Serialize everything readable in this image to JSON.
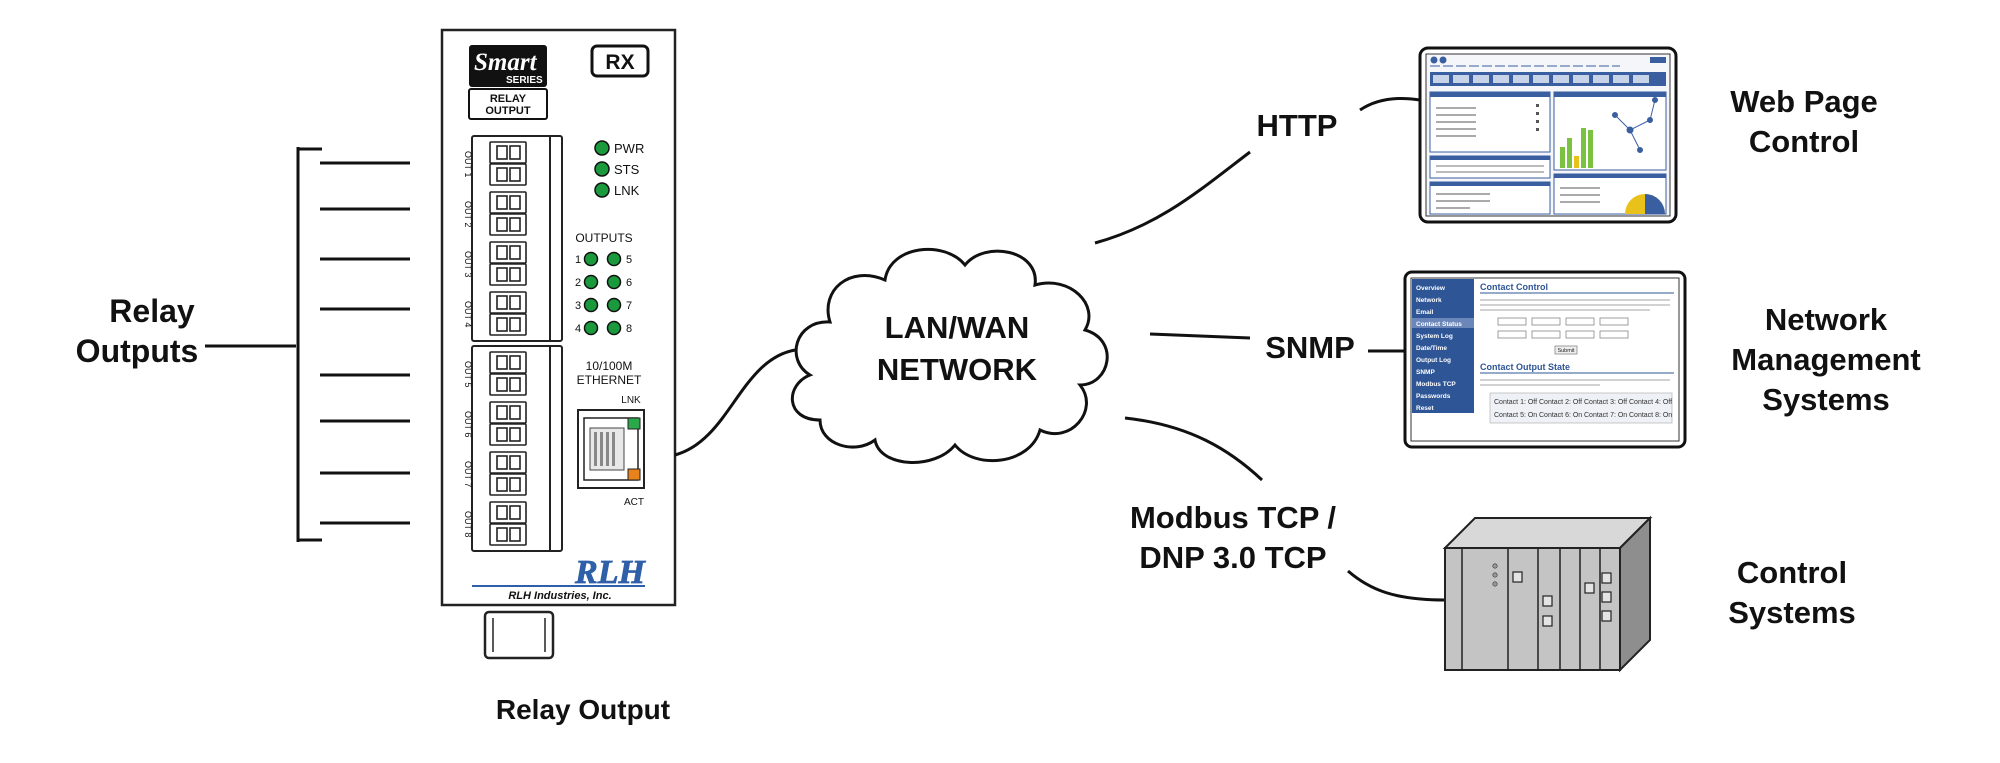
{
  "device": {
    "brand_top": "Smart",
    "brand_bottom": "SERIES",
    "model": "RX",
    "relay_line1": "RELAY",
    "relay_line2": "OUTPUT",
    "leds": [
      "PWR",
      "STS",
      "LNK"
    ],
    "outputs_heading": "OUTPUTS",
    "output_numbers_left": [
      "1",
      "2",
      "3",
      "4"
    ],
    "output_numbers_right": [
      "5",
      "6",
      "7",
      "8"
    ],
    "ethernet_line1": "10/100M",
    "ethernet_line2": "ETHERNET",
    "port_lnk": "LNK",
    "port_act": "ACT",
    "terminal_labels": [
      "OUT 1",
      "OUT 2",
      "OUT 3",
      "OUT 4",
      "OUT 5",
      "OUT 6",
      "OUT 7",
      "OUT 8"
    ],
    "logo": "RLH",
    "company": "RLH Industries, Inc.",
    "caption": "Relay Output"
  },
  "left_label": {
    "line1": "Relay",
    "line2": "Outputs"
  },
  "network": {
    "line1": "LAN/WAN",
    "line2": "NETWORK"
  },
  "protocols": {
    "http": "HTTP",
    "snmp": "SNMP",
    "modbus_line1": "Modbus TCP /",
    "modbus_line2": "DNP 3.0 TCP"
  },
  "targets": {
    "web": {
      "line1": "Web Page",
      "line2": "Control"
    },
    "nms": {
      "line1": "Network",
      "line2": "Management",
      "line3": "Systems"
    },
    "control": {
      "line1": "Control",
      "line2": "Systems"
    }
  },
  "snmp_page": {
    "menu": [
      "Overview",
      "Network",
      "Email",
      "Contact Status",
      "System Log",
      "Date/Time",
      "Output Log",
      "SNMP",
      "Modbus TCP",
      "Passwords",
      "Reset"
    ],
    "title1": "Contact Control",
    "title2": "Contact Output State",
    "submit": "Submit",
    "contacts": [
      "Contact 1: Off",
      "Contact 2: Off",
      "Contact 3: Off",
      "Contact 4: Off",
      "Contact 5: On",
      "Contact 6: On",
      "Contact 7: On",
      "Contact 8: On"
    ]
  },
  "colors": {
    "led_green": "#1a9a3c",
    "web_blue": "#3a5fa0",
    "chart_green": "#7cc242",
    "chart_yellow": "#e8c21a",
    "logo_blue": "#2f5fa8",
    "port_green": "#2aa84a",
    "port_orange": "#e8821a"
  }
}
